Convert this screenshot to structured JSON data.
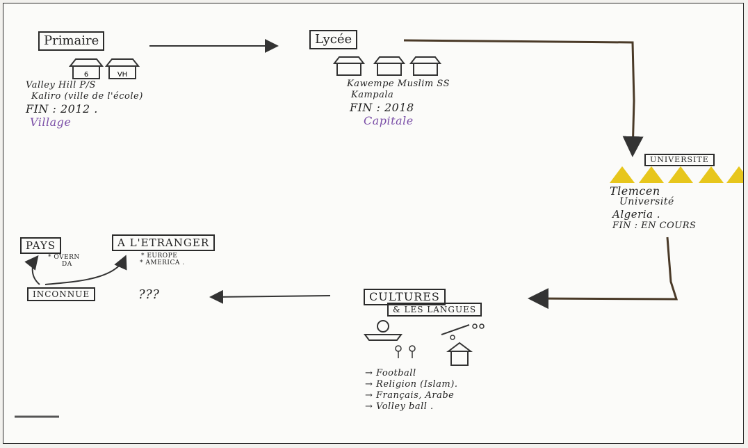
{
  "primaire": {
    "title": "Primaire",
    "house1": "6",
    "house2": "VH",
    "school": "Valley Hill P/S",
    "city": "Kaliro (ville de l'école)",
    "fin": "FIN : 2012 .",
    "place": "Village"
  },
  "lycee": {
    "title": "Lycée",
    "school": "Kawempe Muslim SS",
    "city": "Kampala",
    "fin": "FIN : 2018",
    "place": "Capitale"
  },
  "universite": {
    "title": "UNIVERSITE",
    "city": "Tlemcen",
    "line2": "Université",
    "country": "Algeria .",
    "fin": "FIN : EN COURS"
  },
  "cultures": {
    "title": "CULTURES",
    "subtitle": "& LES LANGUES",
    "items": [
      "→ Football",
      "→ Religion (Islam).",
      "→ Français, Arabe",
      "→ Volley ball ."
    ]
  },
  "bottom_left": {
    "pays": "PAYS",
    "pays_note1": "* OVERN",
    "pays_note2": "DA",
    "etranger": "A L'ETRANGER",
    "etranger_note1": "* EUROPE",
    "etranger_note2": "* AMERICA .",
    "inconnue": "INCONNUE",
    "question": "???"
  },
  "colors": {
    "ink": "#222222",
    "purple": "#7a4ea7",
    "triangle": "#e7c61c",
    "arrow_brown": "#4a3a28"
  }
}
